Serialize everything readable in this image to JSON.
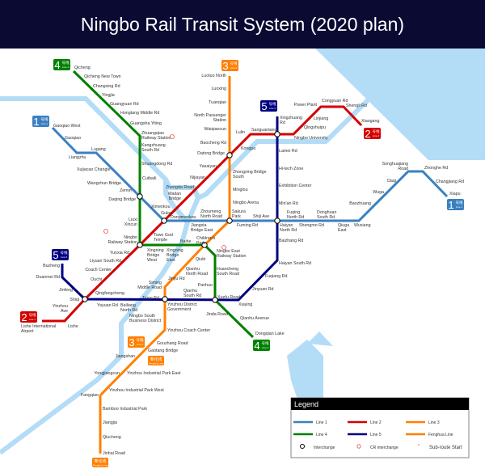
{
  "title": "Ningbo Rail Transit System (2020 plan)",
  "colors": {
    "line1": "#3a80c0",
    "line2": "#d40000",
    "line3": "#ff8000",
    "line4": "#008000",
    "line5": "#000080",
    "fenghua": "#ff8000",
    "water": "#b3dcf7",
    "cr": "#e05050"
  },
  "badges": {
    "line1": {
      "num": "1",
      "cn": "号线",
      "en": "Line 1"
    },
    "line2": {
      "num": "2",
      "cn": "号线",
      "en": "Line 2"
    },
    "line3": {
      "num": "3",
      "cn": "号线",
      "en": "Line 3"
    },
    "line4": {
      "num": "4",
      "cn": "号线",
      "en": "Line 4"
    },
    "line5": {
      "num": "5",
      "cn": "号线",
      "en": "Line 5"
    },
    "fenghua": {
      "cn": "奉化线",
      "en": "Fenghua Line"
    }
  },
  "stations": [
    "Qicheng",
    "Qicheng New Town",
    "Changxing Rd",
    "Yingjia",
    "Guangyuan Rd",
    "Hongtang Middle Rd",
    "Guangsha Yiting",
    "Zhuangqiao|Railway Station",
    "Kangzhuang|South Rd",
    "Shuangdong Rd",
    "Cuibaili",
    "Gaoqiao West",
    "Gaoqiao",
    "Liangzhu",
    "Lugang",
    "Xujiacao Changle",
    "Wangchun Bridge",
    "Zemin",
    "Daqing Bridge",
    "Ximenkou",
    "Luotuo North",
    "Luoxing",
    "Tuanqiao",
    "North Passenger|Station",
    "Waiqiaocun",
    "Baocheng Rd",
    "Datong Bridge",
    "Zhongxing Bridge|South",
    "Minglou",
    "Ningbo Arena",
    "Yasaiyan",
    "Nijiayan",
    "Zhengda Road",
    "Waitan|Bridge",
    "Lulin",
    "Sanguantang",
    "Kongpu",
    "Xingzhuang|Rd",
    "Power Plant",
    "Congyuan Rd",
    "Shengli Rd",
    "Linjiang",
    "Qingshuipu",
    "Ningbo University",
    "Xiaogang",
    "Lamei Rd",
    "Hi-tech Zone",
    "Exhibition Center",
    "Min'an Rd",
    "Songhuajiang|Road",
    "Zhonghe Rd",
    "Daqi",
    "Changjiang Rd",
    "Wuga",
    "Xiapu",
    "Baozhuang",
    "Fuqing|North Rd",
    "Donghuan|South Rd",
    "Zhoumeng|North Road",
    "Sakura|Park",
    "Shiji Ave",
    "Jiangxia|Bridge East",
    "Fuming Rd",
    "Haiyan|North Rd",
    "Shengmo Rd",
    "Qiuga|East",
    "Wuxiang",
    "Gulou",
    "Dongmenkou",
    "Liuxi|Xincun",
    "Ningbo|Railway Station",
    "Town God|Temple",
    "Baihe",
    "Children's|Park",
    "Xingning|Bridge|West",
    "Xingning|Bridge|East",
    "Ningbo East|Railway Station",
    "Qiubi",
    "Qianhu|North Road",
    "Jinyu Rd",
    "Huancheng|South Road",
    "Panhuo",
    "Siming|Middle Road",
    "Yunxia Rd",
    "Liyuan South Rd",
    "Coach Center",
    "Ouchi",
    "Qingfangcheng",
    "Buzheng",
    "Duanmei Rd",
    "Jinfeng",
    "Shiqi",
    "Yinzhou|Ave",
    "Lishe International|Airport",
    "Lishe",
    "Yayuan Rd",
    "Bailiang|North Rd",
    "Taian Rd",
    "Qianhu|South Rd",
    "Yinzhou District|Government",
    "Xuefu Road",
    "Ningbo South|Business District",
    "Jinda Road",
    "Xiaying",
    "Qianhu Avenue",
    "Dongqian Lake",
    "Haiyan South Rd",
    "Fuqiang Rd",
    "Jinyuan Rd",
    "Baizhang Rd",
    "Yinzhou Coach Center",
    "Gouzhang Road",
    "Gaotang Bridge",
    "Jiangshan",
    "Yongjiangcun",
    "Yinzhou Industrial Park East",
    "Yinzhou Industrial Park West",
    "Fangqiao",
    "Bamboo Industrial Park",
    "Jiangjia",
    "Qiucheng",
    "Jinhai Road"
  ],
  "legend": {
    "title": "Legend",
    "items": [
      "Line 1",
      "Line 2",
      "Line 3",
      "Line 4",
      "Line 5",
      "Fenghua Line"
    ],
    "interchange": "Interchange",
    "cr": "CR interchange",
    "subroute": "Sub-route Start"
  }
}
